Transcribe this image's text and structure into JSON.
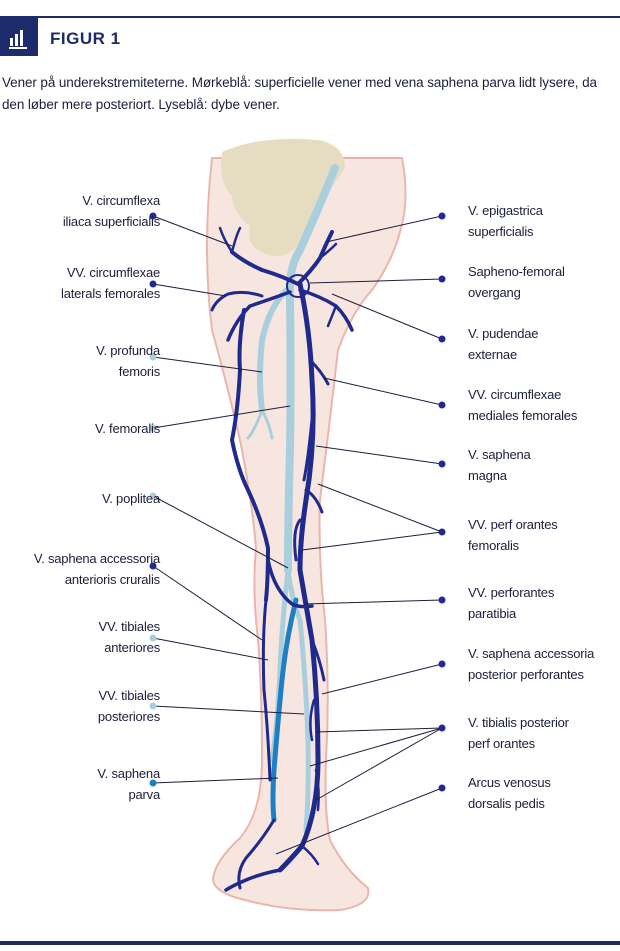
{
  "header": {
    "figure_label": "FIGUR 1",
    "icon": "bar-chart-icon"
  },
  "caption": "Vener på underekstremiteterne. Mørkeblå: superficielle vener med vena saphena parva lidt lysere, da den løber mere posteriort. Lyseblå: dybe vener.",
  "colors": {
    "dark_blue": "#1f2a8c",
    "medium_blue": "#1e7fc4",
    "light_blue": "#a9cfdc",
    "skin": "#f7e6e0",
    "skin_outline": "#e9b6ad",
    "bone": "#e6dcc2",
    "rule": "#1d2a6b"
  },
  "labels_left": [
    {
      "line1": "V. circumflexa",
      "line2": "iliaca superficialis",
      "marker": "dark"
    },
    {
      "line1": "VV. circumflexae",
      "line2": "laterals femorales",
      "marker": "dark"
    },
    {
      "line1": "V. profunda",
      "line2": "femoris",
      "marker": "light"
    },
    {
      "line1": "V. femoralis",
      "line2": "",
      "marker": "light"
    },
    {
      "line1": "V. poplitea",
      "line2": "",
      "marker": "light"
    },
    {
      "line1": "V. saphena accessoria",
      "line2": "anterioris cruralis",
      "marker": "dark"
    },
    {
      "line1": "VV. tibiales",
      "line2": "anteriores",
      "marker": "light"
    },
    {
      "line1": "VV. tibiales",
      "line2": "posteriores",
      "marker": "light"
    },
    {
      "line1": "V. saphena",
      "line2": "parva",
      "marker": "medium"
    }
  ],
  "labels_right": [
    {
      "line1": "V. epigastrica",
      "line2": "superficialis",
      "marker": "dark"
    },
    {
      "line1": "Sapheno-femoral",
      "line2": "overgang",
      "marker": "dark"
    },
    {
      "line1": "V. pudendae",
      "line2": "externae",
      "marker": "dark"
    },
    {
      "line1": "VV. circumflexae",
      "line2": "mediales femorales",
      "marker": "dark"
    },
    {
      "line1": "V. saphena",
      "line2": "magna",
      "marker": "dark"
    },
    {
      "line1": "VV. perf orantes",
      "line2": "femoralis",
      "marker": "dark"
    },
    {
      "line1": "VV. perforantes",
      "line2": "paratibia",
      "marker": "dark"
    },
    {
      "line1": "V. saphena accessoria",
      "line2": "posterior perforantes",
      "marker": "dark"
    },
    {
      "line1": "V. tibialis posterior",
      "line2": "perf orantes",
      "marker": "dark"
    },
    {
      "line1": "Arcus venosus",
      "line2": "dorsalis pedis",
      "marker": "dark"
    }
  ]
}
